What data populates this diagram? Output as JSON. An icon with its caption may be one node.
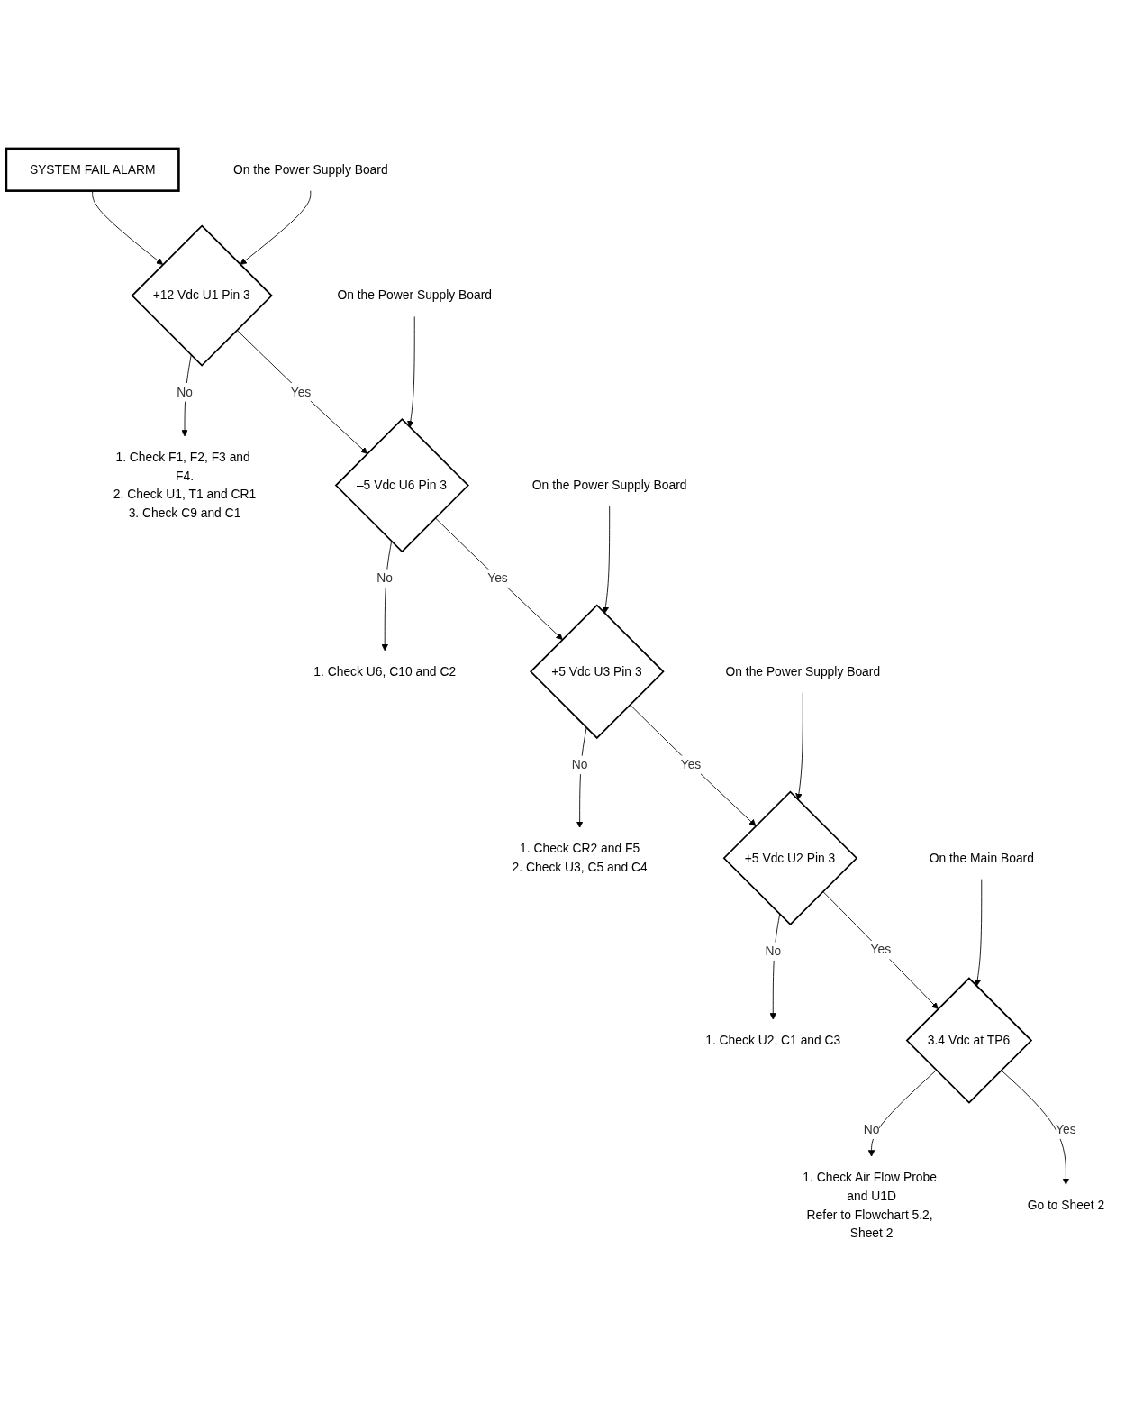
{
  "diagram": {
    "nodes": [
      {
        "text": [
          "SYSTEM FAIL ALARM"
        ]
      },
      {
        "text": [
          "On the Power Supply Board"
        ]
      },
      {
        "text": [
          "+12 Vdc U1 Pin 3"
        ]
      },
      {
        "text": [
          "1. Check F1, F2, F3 and F4.",
          "2. Check U1, T1 and CR1",
          "3. Check C9 and C1"
        ]
      },
      {
        "text": [
          "On the Power Supply Board"
        ]
      },
      {
        "text": [
          "–5 Vdc U6 Pin 3"
        ]
      },
      {
        "text": [
          "1. Check U6, C10 and C2"
        ]
      },
      {
        "text": [
          "On the Power Supply Board"
        ]
      },
      {
        "text": [
          "+5 Vdc U3 Pin 3"
        ]
      },
      {
        "text": [
          "1. Check CR2 and F5",
          "2. Check U3, C5 and C4"
        ]
      },
      {
        "text": [
          "On the Power Supply Board"
        ]
      },
      {
        "text": [
          "+5 Vdc U2 Pin 3"
        ]
      },
      {
        "text": [
          "1. Check U2, C1 and C3"
        ]
      },
      {
        "text": [
          "On the Main Board"
        ]
      },
      {
        "text": [
          "3.4 Vdc at TP6"
        ]
      },
      {
        "text": [
          "1. Check Air Flow Probe and U1D",
          "Refer to Flowchart 5.2, Sheet 2"
        ]
      },
      {
        "text": [
          "Go to Sheet 2"
        ]
      }
    ],
    "edges": [
      {
        "from": 0,
        "to": 2,
        "arrow": "to"
      },
      {
        "from": 1,
        "to": 2,
        "arrow": "to"
      },
      {
        "from": 2,
        "to": 3,
        "arrow": "to",
        "label": "No"
      },
      {
        "from": 2,
        "to": 5,
        "arrow": "to",
        "label": "Yes"
      },
      {
        "from": 4,
        "to": 5,
        "arrow": "to"
      },
      {
        "from": 5,
        "to": 6,
        "arrow": "to",
        "label": "No"
      },
      {
        "from": 5,
        "to": 8,
        "arrow": "to",
        "label": "Yes"
      },
      {
        "from": 7,
        "to": 8,
        "arrow": "to"
      },
      {
        "from": 8,
        "to": 9,
        "arrow": "to",
        "label": "No"
      },
      {
        "from": 8,
        "to": 11,
        "arrow": "to",
        "label": "Yes"
      },
      {
        "from": 10,
        "to": 11,
        "arrow": "to"
      },
      {
        "from": 11,
        "to": 12,
        "arrow": "to",
        "label": "No"
      },
      {
        "from": 11,
        "to": 14,
        "arrow": "to",
        "label": "Yes"
      },
      {
        "from": 13,
        "to": 14,
        "arrow": "to"
      },
      {
        "from": 14,
        "to": 15,
        "arrow": "to",
        "label": "No"
      },
      {
        "from": 14,
        "to": 16,
        "arrow": "to",
        "label": "Yes"
      }
    ]
  }
}
